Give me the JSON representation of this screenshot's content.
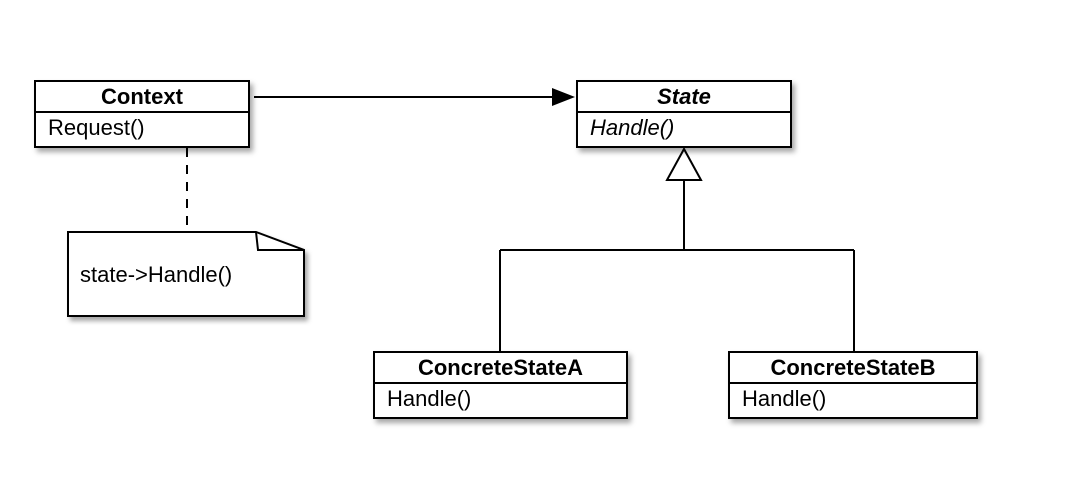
{
  "classes": {
    "context": {
      "name": "Context",
      "operation": "Request()"
    },
    "state": {
      "name": "State",
      "operation": "Handle()"
    },
    "concrete_a": {
      "name": "ConcreteStateA",
      "operation": "Handle()"
    },
    "concrete_b": {
      "name": "ConcreteStateB",
      "operation": "Handle()"
    }
  },
  "note": {
    "text": "state->Handle()"
  }
}
